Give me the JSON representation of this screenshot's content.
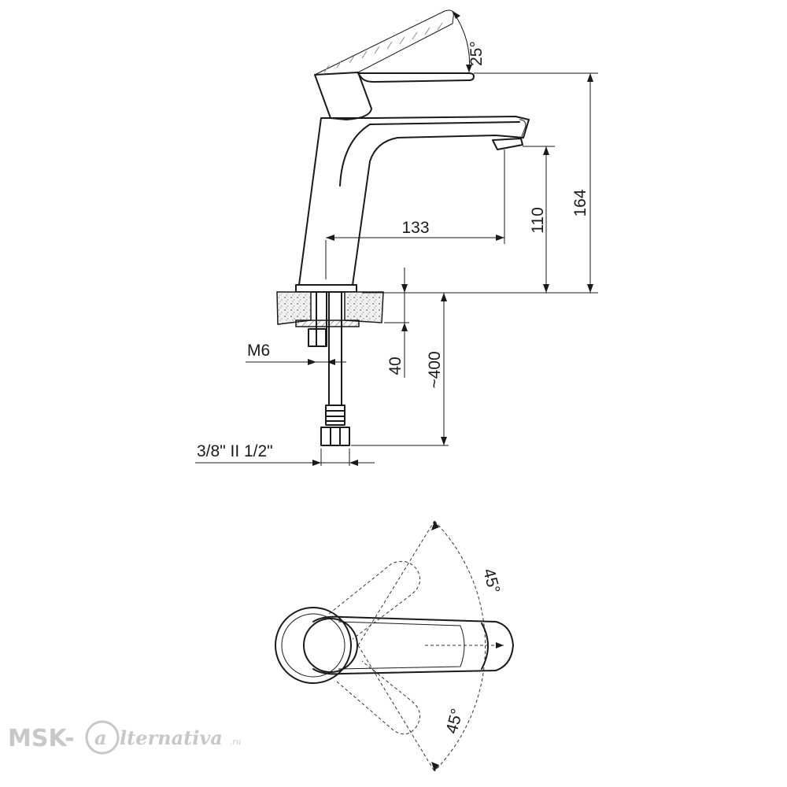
{
  "dimensions": {
    "lever_angle": "25°",
    "spout_reach": "133",
    "spout_height": "110",
    "total_height": "164",
    "mount_stud": "M6",
    "deck_thickness": "40",
    "hose_length": "~400",
    "connection": "3/8\" II 1/2\""
  },
  "top_view": {
    "rotation_left": "45°",
    "rotation_right": "45°"
  },
  "watermark": {
    "brand": "MSK-",
    "script": "lternativa",
    "tld": ".ru"
  }
}
